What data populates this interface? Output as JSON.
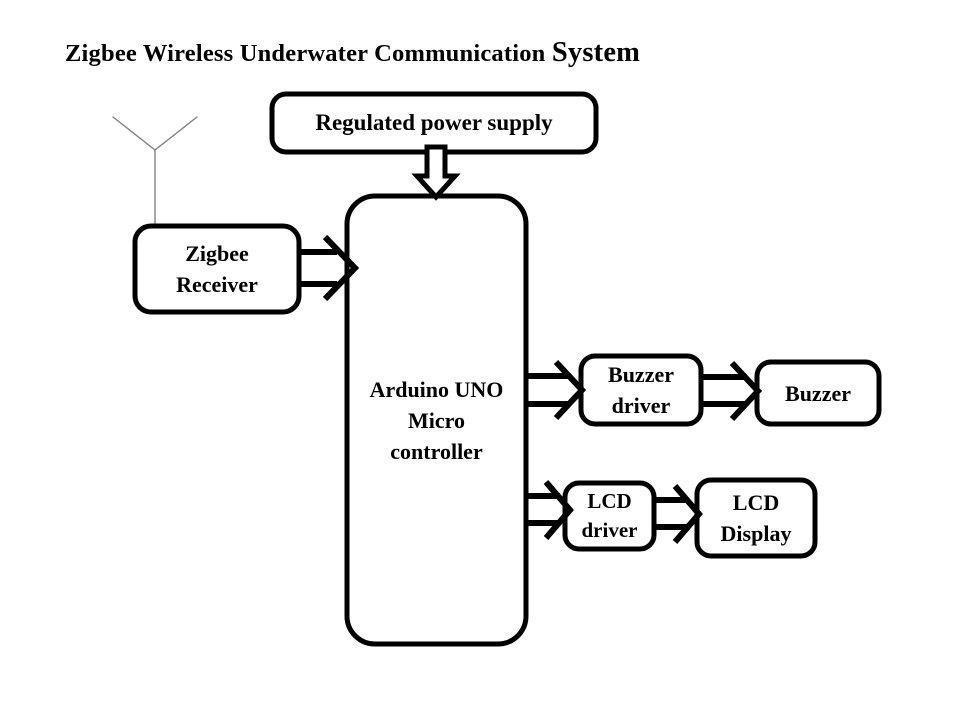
{
  "title": {
    "main": "Zigbee Wireless Underwater Communication",
    "emphasis": "System"
  },
  "colors": {
    "stroke": "#000000",
    "fill": "#ffffff",
    "antenna": "#808080",
    "text": "#000000"
  },
  "nodes": {
    "power_supply": {
      "label": "Regulated  power supply"
    },
    "zigbee_receiver": {
      "line1": "Zigbee",
      "line2": "Receiver"
    },
    "arduino": {
      "line1": "Arduino UNO",
      "line2": "Micro",
      "line3": "controller"
    },
    "buzzer_driver": {
      "line1": "Buzzer",
      "line2": "driver"
    },
    "buzzer": {
      "label": "Buzzer"
    },
    "lcd_driver": {
      "line1": "LCD",
      "line2": "driver"
    },
    "lcd_display": {
      "line1": "LCD",
      "line2": "Display"
    }
  },
  "connectors": [
    {
      "name": "power-supply-to-arduino",
      "direction": "down"
    },
    {
      "name": "zigbee-receiver-to-arduino",
      "direction": "right"
    },
    {
      "name": "arduino-to-buzzer-driver",
      "direction": "right"
    },
    {
      "name": "buzzer-driver-to-buzzer",
      "direction": "right"
    },
    {
      "name": "arduino-to-lcd-driver",
      "direction": "right"
    },
    {
      "name": "lcd-driver-to-lcd-display",
      "direction": "right"
    }
  ],
  "decorations": {
    "antenna": "antenna-icon"
  }
}
